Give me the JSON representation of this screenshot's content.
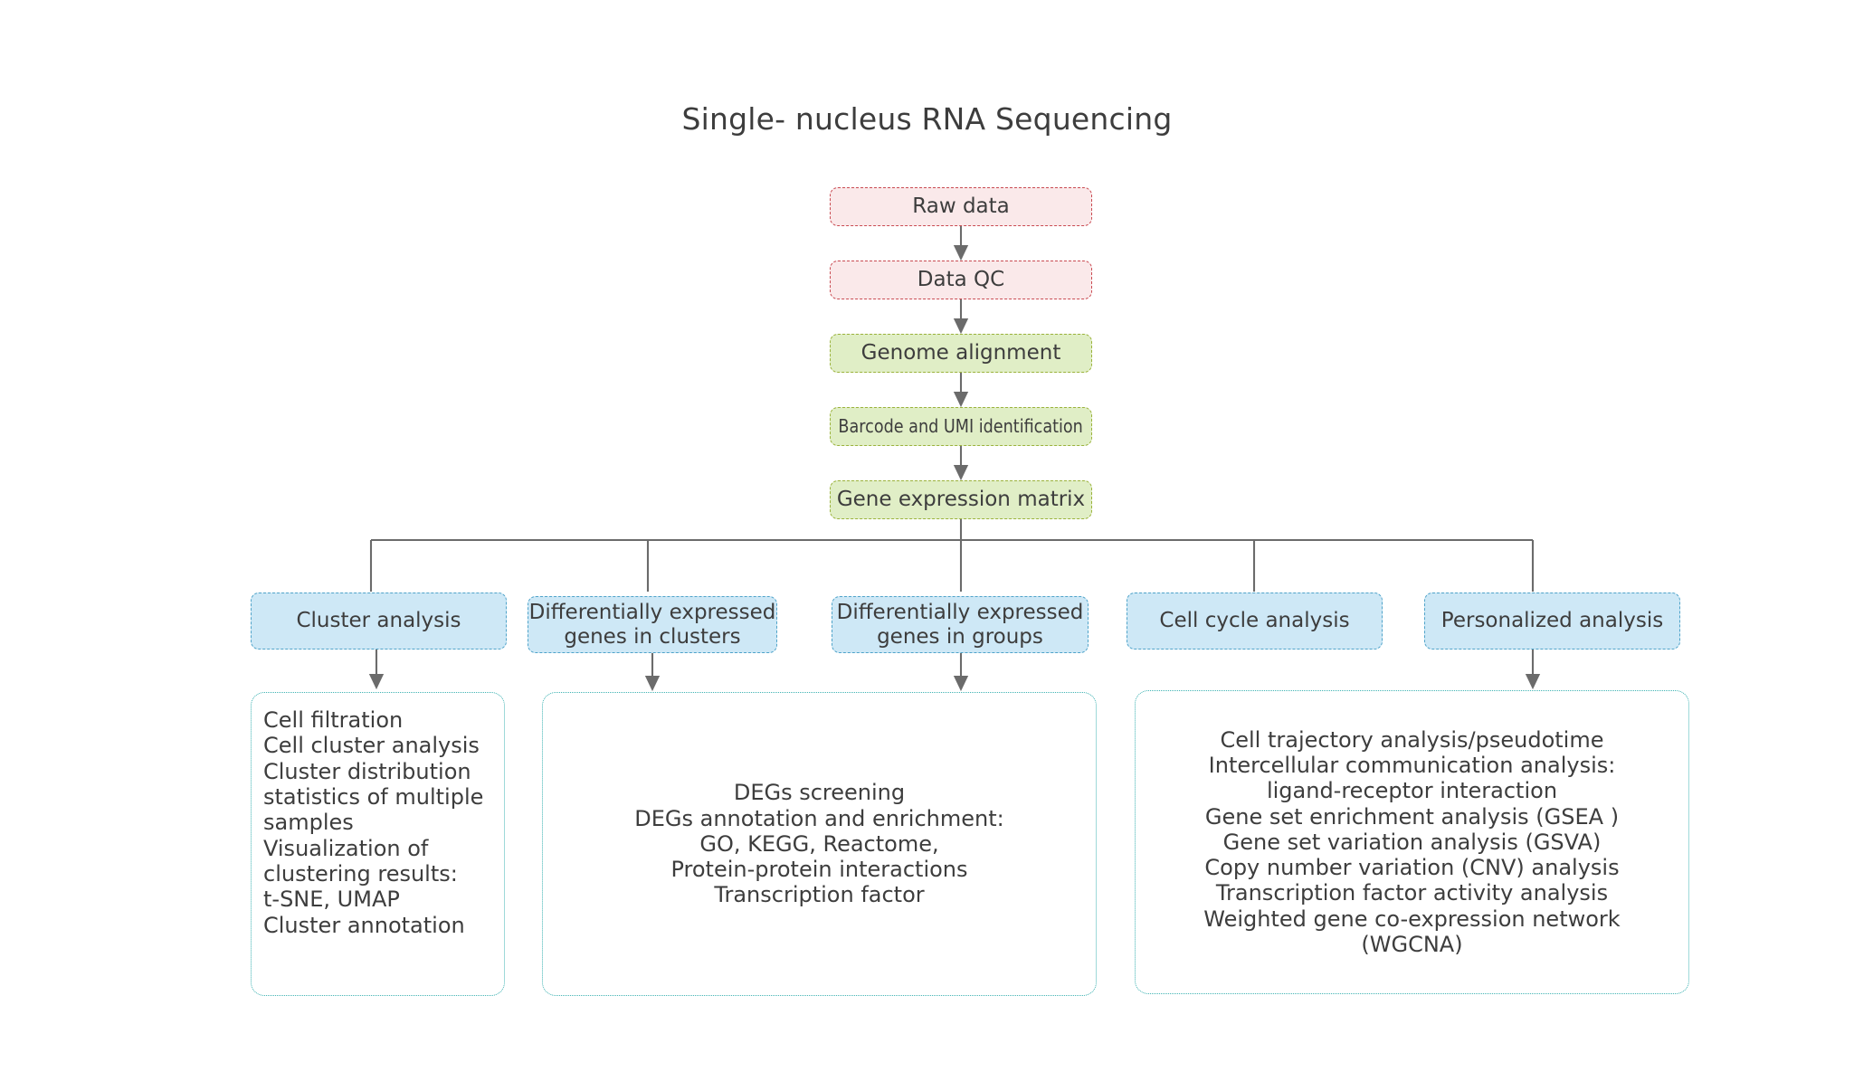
{
  "title": "Single- nucleus RNA Sequencing",
  "colors": {
    "pink_fill": "#fae9ea",
    "pink_border": "#c94b52",
    "green_fill": "#e0eec6",
    "green_border": "#9bb23c",
    "blue_fill": "#cee8f6",
    "blue_border": "#4fa3c9",
    "panel_border": "#3fb3b3",
    "connector": "#6b6b6b",
    "text": "#3d3d3d",
    "background": "#ffffff"
  },
  "pipeline": [
    {
      "id": "raw-data",
      "label": "Raw data",
      "style": "pink"
    },
    {
      "id": "data-qc",
      "label": "Data QC",
      "style": "pink"
    },
    {
      "id": "genome-alignment",
      "label": "Genome alignment",
      "style": "green"
    },
    {
      "id": "barcode-umi-identification",
      "label": "Barcode and UMI identification",
      "style": "green"
    },
    {
      "id": "gene-expression-matrix",
      "label": "Gene expression matrix",
      "style": "green"
    }
  ],
  "branches": [
    {
      "id": "cluster-analysis",
      "label": "Cluster analysis",
      "style": "blue"
    },
    {
      "id": "deg-in-clusters",
      "label": "Differentially expressed\ngenes in clusters",
      "style": "blue"
    },
    {
      "id": "deg-in-groups",
      "label": "Differentially expressed\ngenes in groups",
      "style": "blue"
    },
    {
      "id": "cell-cycle-analysis",
      "label": "Cell cycle analysis",
      "style": "blue"
    },
    {
      "id": "personalized-analysis",
      "label": "Personalized analysis",
      "style": "blue"
    }
  ],
  "panels": [
    {
      "id": "cluster-analysis-details",
      "align": "left",
      "lines": [
        "Cell filtration",
        "Cell cluster analysis",
        "Cluster distribution",
        "statistics of multiple",
        "samples",
        "Visualization of",
        "clustering results:",
        "t-SNE, UMAP",
        "Cluster annotation"
      ],
      "text": "Cell filtration\nCell cluster analysis\nCluster distribution\nstatistics of multiple\nsamples\nVisualization of\nclustering results:\nt-SNE, UMAP\nCluster annotation"
    },
    {
      "id": "deg-details",
      "align": "center",
      "lines": [
        "DEGs screening",
        "DEGs annotation and enrichment:",
        "GO, KEGG, Reactome,",
        "Protein-protein interactions",
        "Transcription factor"
      ],
      "text": "DEGs screening\nDEGs annotation and enrichment:\nGO, KEGG, Reactome,\nProtein-protein interactions\nTranscription factor"
    },
    {
      "id": "personalized-analysis-details",
      "align": "center",
      "lines": [
        "Cell trajectory analysis/pseudotime",
        "Intercellular communication analysis:",
        "ligand-receptor interaction",
        "Gene set enrichment analysis (GSEA )",
        "Gene set variation analysis (GSVA)",
        "Copy number variation (CNV) analysis",
        "Transcription factor activity analysis",
        "Weighted gene co-expression network",
        "(WGCNA)"
      ],
      "text": "Cell trajectory analysis/pseudotime\nIntercellular communication analysis:\nligand-receptor interaction\nGene set enrichment analysis (GSEA )\nGene set variation analysis (GSVA)\nCopy number variation (CNV) analysis\nTranscription factor activity analysis\nWeighted gene co-expression network\n(WGCNA)"
    }
  ]
}
